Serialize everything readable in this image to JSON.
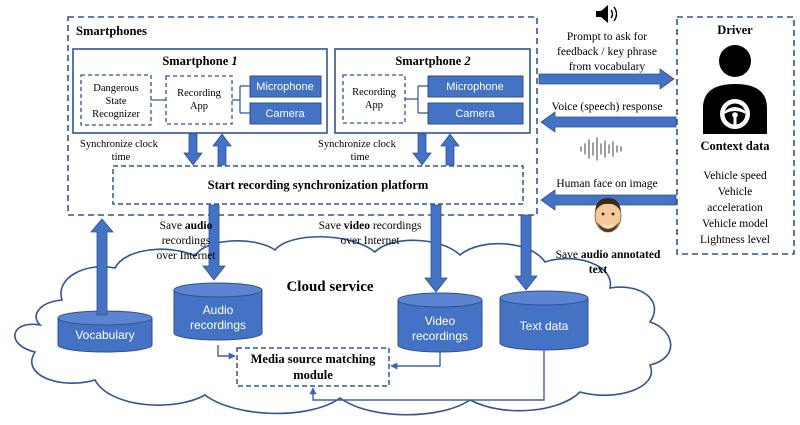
{
  "smartphones": {
    "title": "Smartphones",
    "phone1": {
      "title_prefix": "Smartphone ",
      "title_num": "1",
      "recognizer_lines": [
        "Dangerous",
        "State",
        "Recognizer"
      ],
      "app_lines": [
        "Recording",
        "App"
      ],
      "microphone": "Microphone",
      "camera": "Camera",
      "sync_lines": [
        "Synchronize clock",
        "time"
      ]
    },
    "phone2": {
      "title_prefix": "Smartphone ",
      "title_num": "2",
      "app_lines": [
        "Recording",
        "App"
      ],
      "microphone": "Microphone",
      "camera": "Camera",
      "sync_lines": [
        "Synchronize clock",
        "time"
      ]
    },
    "platform": "Start recording synchronization platform"
  },
  "driver": {
    "title": "Driver",
    "context_title": "Context data",
    "context_items": [
      "Vehicle speed",
      "Vehicle",
      "acceleration",
      "Vehicle model",
      "Lightness level"
    ]
  },
  "arrows": {
    "prompt_lines": [
      "Prompt to ask for",
      "feedback / key phrase",
      "from vocabulary"
    ],
    "voice": "Voice (speech) response",
    "face": "Human face on image"
  },
  "uploads": {
    "audio": {
      "pre": "Save ",
      "bold": "audio",
      "lines": [
        "recordings",
        "over Internet"
      ]
    },
    "video": {
      "pre": "Save ",
      "bold": "video",
      "post": " recordings",
      "line2": "over Internet"
    },
    "text": {
      "pre": "Save ",
      "bold": "audio annotated",
      "line2": "text"
    }
  },
  "cloud": {
    "title": "Cloud service",
    "vocabulary": "Vocabulary",
    "audio_lines": [
      "Audio",
      "recordings"
    ],
    "video_lines": [
      "Video",
      "recordings"
    ],
    "text_data": "Text data",
    "matching_lines": [
      "Media source matching",
      "module"
    ]
  },
  "colors": {
    "blue": "#4472c4",
    "dark_blue": "#2f528f",
    "dashed": "#2f5597",
    "face_skin": "#f5c99a"
  }
}
